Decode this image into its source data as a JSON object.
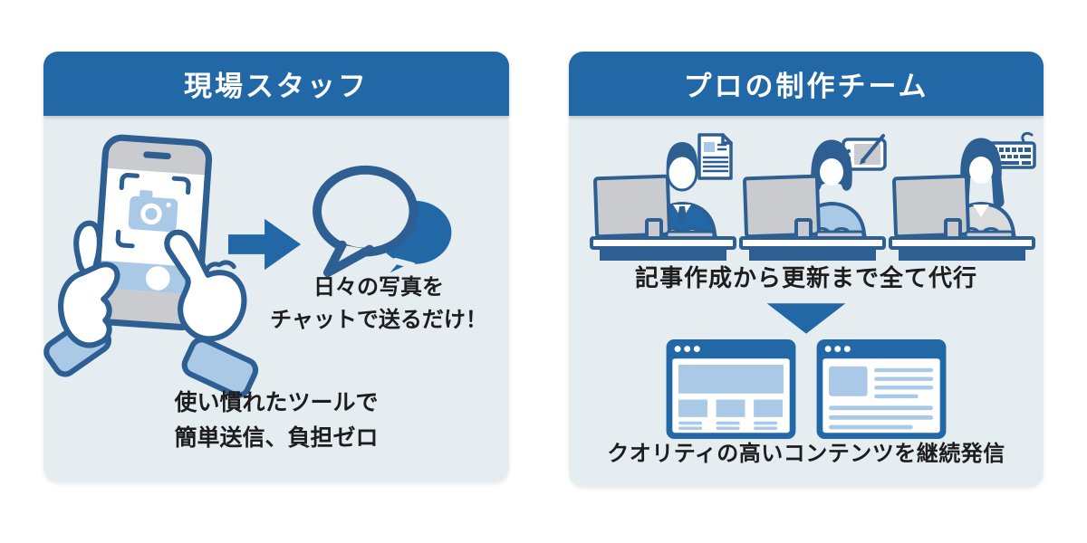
{
  "colors": {
    "header_blue": "#2268a6",
    "panel_bg": "#e6edf0",
    "stroke_blue": "#2e5f92",
    "fill_light": "#a9c9e7",
    "monitor_gray": "#c9cbce",
    "gray_light": "#d9dbdd",
    "white": "#ffffff",
    "text_dark": "#1d1d1f"
  },
  "left_panel": {
    "title": "現場スタッフ",
    "caption": {
      "line1": "日々の写真を",
      "line2": "チャットで送るだけ！"
    },
    "footer": {
      "line1": "使い慣れたツールで",
      "line2": "簡単送信、負担ゼロ"
    }
  },
  "right_panel": {
    "title": "プロの制作チーム",
    "caption": "記事作成から更新まで全て代行",
    "footer": "クオリティの高いコンテンツを継続発信"
  }
}
